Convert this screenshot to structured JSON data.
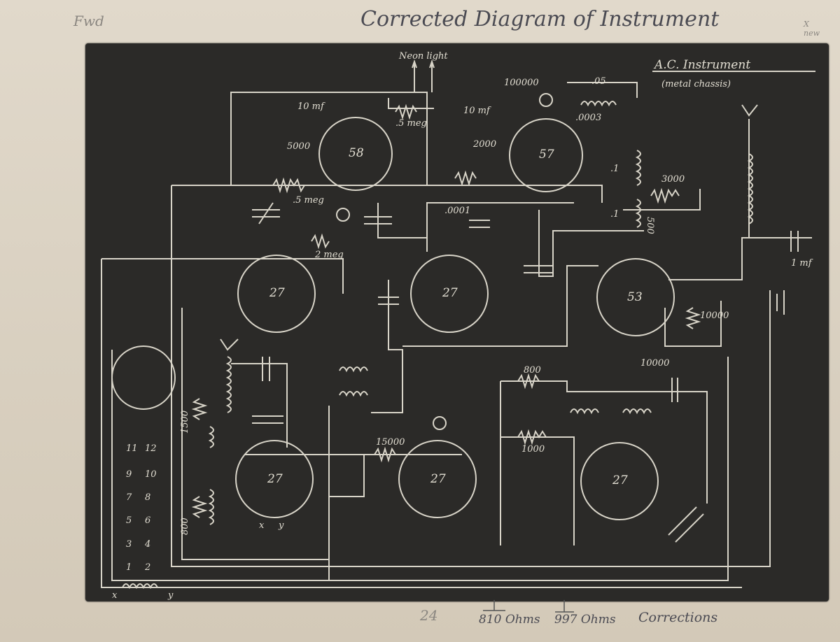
{
  "page": {
    "title": "Corrected Diagram of Instrument",
    "corner_note_left": "Fwd",
    "corner_note_right": "X new",
    "page_number": "24",
    "bottom_notes": [
      "810 Ohms",
      "997 Ohms",
      "Corrections"
    ]
  },
  "board": {
    "heading": "A.C. Instrument",
    "subheading": "(metal chassis)",
    "neon_label": "Neon light",
    "tubes": [
      "58",
      "57",
      "27",
      "27",
      "53",
      "27",
      "27",
      "27"
    ],
    "values": {
      "c_05": ".05",
      "r_100000": "100000",
      "c_0003": ".0003",
      "c_10mf_a": "10 mf",
      "c_10mf_b": "10 mf",
      "r_5000": "5000",
      "r_2000": "2000",
      "r_5meg_a": ".5 meg",
      "r_5meg_b": ".5 meg",
      "r_3000": "3000",
      "c_0001": ".0001",
      "r_2meg": "2 meg",
      "c_1_a": ".1",
      "c_1_b": ".1",
      "r_500": "500",
      "c_1mf": "1 mf",
      "r_10000_a": "10000",
      "r_10000_b": "10000",
      "r_800_a": "800",
      "r_1000": "1000",
      "r_15000": "15000",
      "r_1500": "1500",
      "r_800_b": "800",
      "pin_x": "x",
      "pin_y": "y"
    },
    "terminals": [
      "11",
      "12",
      "9",
      "10",
      "7",
      "8",
      "5",
      "6",
      "3",
      "4",
      "1",
      "2"
    ]
  }
}
